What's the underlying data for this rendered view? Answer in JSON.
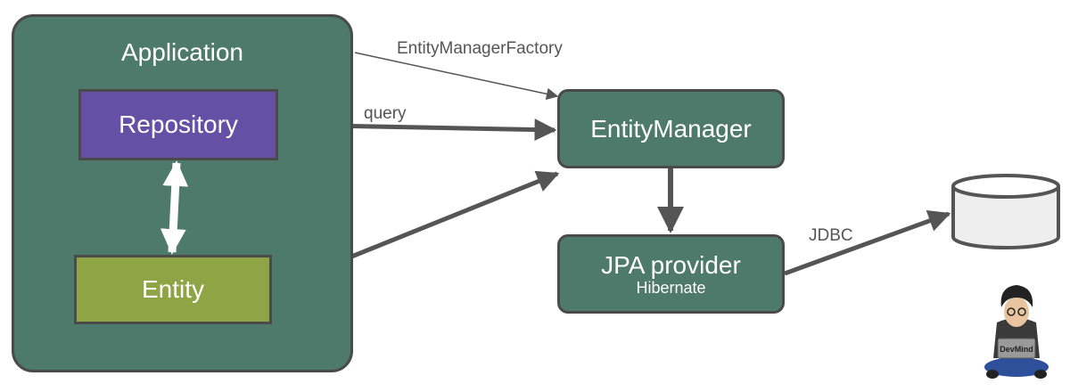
{
  "diagram": {
    "application_label": "Application",
    "repository_label": "Repository",
    "entity_label": "Entity",
    "entity_manager_label": "EntityManager",
    "jpa_provider_label": "JPA provider",
    "jpa_provider_sub": "Hibernate",
    "edge_labels": {
      "factory": "EntityManagerFactory",
      "query": "query",
      "jdbc": "JDBC"
    },
    "logo_text": "DevMind",
    "colors": {
      "application": "#4e7a6b",
      "repository": "#6550a6",
      "entity": "#8fa444",
      "entity_manager": "#4e7a6b",
      "jpa_provider": "#4e7a6b",
      "border": "#4a4a4a",
      "arrow": "#555555",
      "database": "#eeeeee"
    }
  }
}
